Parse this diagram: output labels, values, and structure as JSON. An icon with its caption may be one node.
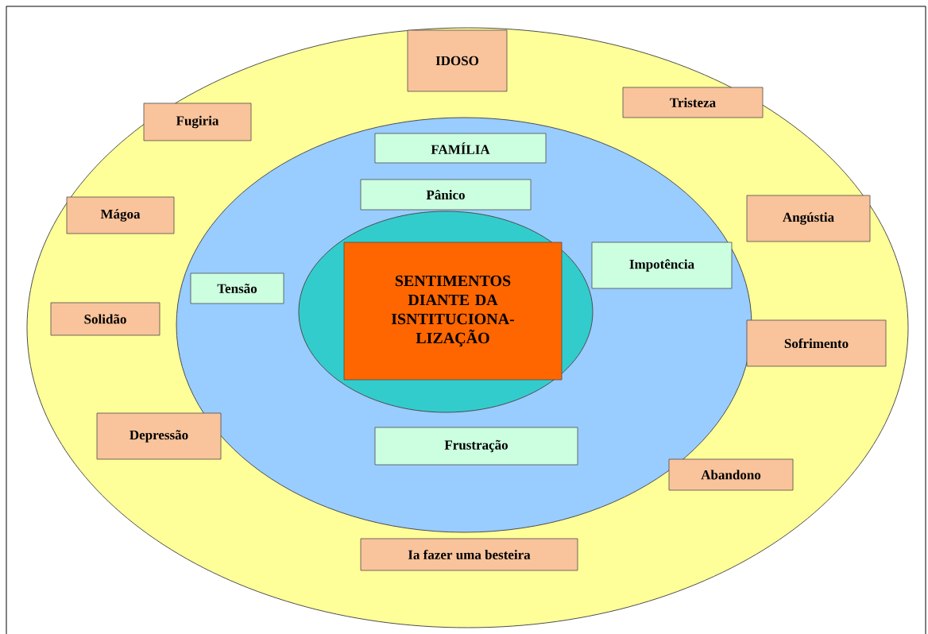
{
  "diagram": {
    "nodes": [
      {
        "text": [],
        "shape": "ellipse"
      },
      {
        "text": [
          "IDOSO"
        ],
        "in": 0
      },
      {
        "text": [
          "Tristeza"
        ],
        "in": 0
      },
      {
        "text": [
          "Fugiria"
        ],
        "in": 0
      },
      {
        "text": [],
        "shape": "ellipse",
        "in": 0
      },
      {
        "text": [
          "FAMÍLIA"
        ],
        "in": 4
      },
      {
        "text": [
          "Pânico"
        ],
        "in": 4
      },
      {
        "text": [
          "Mágoa"
        ],
        "in": 0
      },
      {
        "text": [
          "Angústia"
        ],
        "in": 0
      },
      {
        "text": [],
        "shape": "ellipse",
        "in": 4
      },
      {
        "text": [
          "SENTIMENTOS DIANTE DA ISNTITUCIONA- LIZAÇÃO"
        ],
        "in": 9
      },
      {
        "text": [
          "Impotência"
        ],
        "in": 4
      },
      {
        "text": [
          "Tensão"
        ],
        "in": 4
      },
      {
        "text": [
          "Solidão"
        ],
        "in": 0
      },
      {
        "text": [
          "Sofrimento"
        ],
        "in": 0
      },
      {
        "text": [
          "Depressão"
        ],
        "in": 0
      },
      {
        "text": [
          "Frustração"
        ],
        "in": 4
      },
      {
        "text": [
          "Abandono"
        ],
        "in": 0
      },
      {
        "text": [
          "Ia fazer uma besteira"
        ],
        "in": 0
      }
    ]
  }
}
